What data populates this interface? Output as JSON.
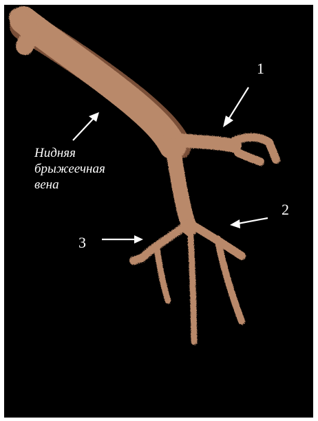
{
  "image": {
    "background_color": "#000000",
    "vessel_color": "#b9896a",
    "vessel_shadow_color": "#7a5038",
    "arrow_color": "#ffffff"
  },
  "labels": {
    "marker_1": "1",
    "marker_2": "2",
    "marker_3": "3",
    "caption_line_1": "Нидняя",
    "caption_line_2": "брыжеечная",
    "caption_line_3": "вена"
  }
}
